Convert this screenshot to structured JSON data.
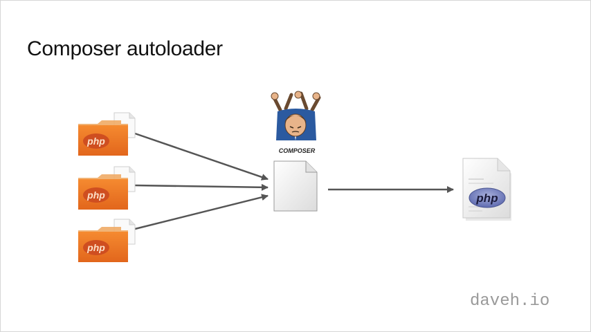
{
  "slide": {
    "title": "Composer autoloader",
    "footer": "daveh.io"
  },
  "nodes": {
    "source_files": [
      {
        "label": "php"
      },
      {
        "label": "php"
      },
      {
        "label": "php"
      }
    ],
    "composer_logo_text": "COMPOSER",
    "output_file_label": "php"
  },
  "colors": {
    "folder_orange": "#ef7a24",
    "folder_dark": "#d9651a",
    "php_oval": "#d2521f",
    "arrow": "#555555",
    "php_blue": "#7a86c0",
    "footer_text": "#9a9a9a"
  }
}
